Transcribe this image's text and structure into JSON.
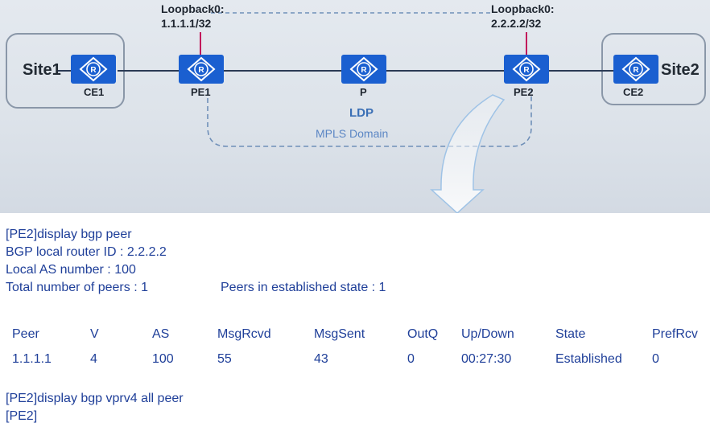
{
  "diagram": {
    "sites": {
      "left": "Site1",
      "right": "Site2"
    },
    "routers": [
      {
        "id": "ce1",
        "label": "CE1"
      },
      {
        "id": "pe1",
        "label": "PE1"
      },
      {
        "id": "p",
        "label": "P"
      },
      {
        "id": "pe2",
        "label": "PE2"
      },
      {
        "id": "ce2",
        "label": "CE2"
      }
    ],
    "loopbacks": [
      {
        "name": "Loopback0:",
        "address": "1.1.1.1/32"
      },
      {
        "name": "Loopback0:",
        "address": "2.2.2.2/32"
      }
    ],
    "protocol_label": "LDP",
    "domain_label": "MPLS Domain",
    "router_icon_glyph": "R",
    "colors": {
      "router": "#1a5fd0",
      "link": "#2b3a55",
      "domain": "#6f8fb8",
      "loopback_line": "#c2185b"
    }
  },
  "cli": {
    "command1": "[PE2]display bgp peer",
    "router_id_line": "BGP local router ID : 2.2.2.2",
    "local_as_line": "Local AS number : 100",
    "total_peers_line": "Total number of peers : 1",
    "established_line": "Peers in established state : 1",
    "table": {
      "headers": [
        "Peer",
        "V",
        "AS",
        "MsgRcvd",
        "MsgSent",
        "OutQ",
        "Up/Down",
        "State",
        "PrefRcv"
      ],
      "rows": [
        [
          "1.1.1.1",
          "4",
          "100",
          "55",
          "43",
          "0",
          "00:27:30",
          "Established",
          "0"
        ]
      ]
    },
    "command2": "[PE2]display bgp vprv4 all peer",
    "prompt": "[PE2]"
  }
}
